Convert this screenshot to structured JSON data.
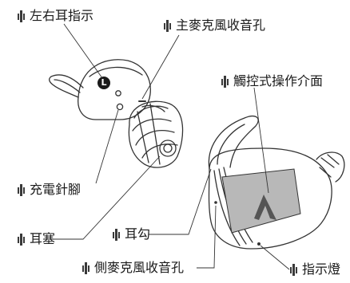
{
  "diagram": {
    "labels": {
      "left_right_indicator": "左右耳指示",
      "main_mic_hole": "主麥克風收音孔",
      "touch_control_surface": "觸控式操作介面",
      "charging_pins": "充電針腳",
      "ear_tip": "耳塞",
      "ear_hook": "耳勾",
      "side_mic_hole": "側麥克風收音孔",
      "indicator_light": "指示燈"
    },
    "earbud_marks": {
      "side_letter": "L"
    },
    "colors": {
      "line": "#333333",
      "touch_panel": "#b8b8b8",
      "logo": "#555555",
      "background": "#ffffff"
    }
  }
}
